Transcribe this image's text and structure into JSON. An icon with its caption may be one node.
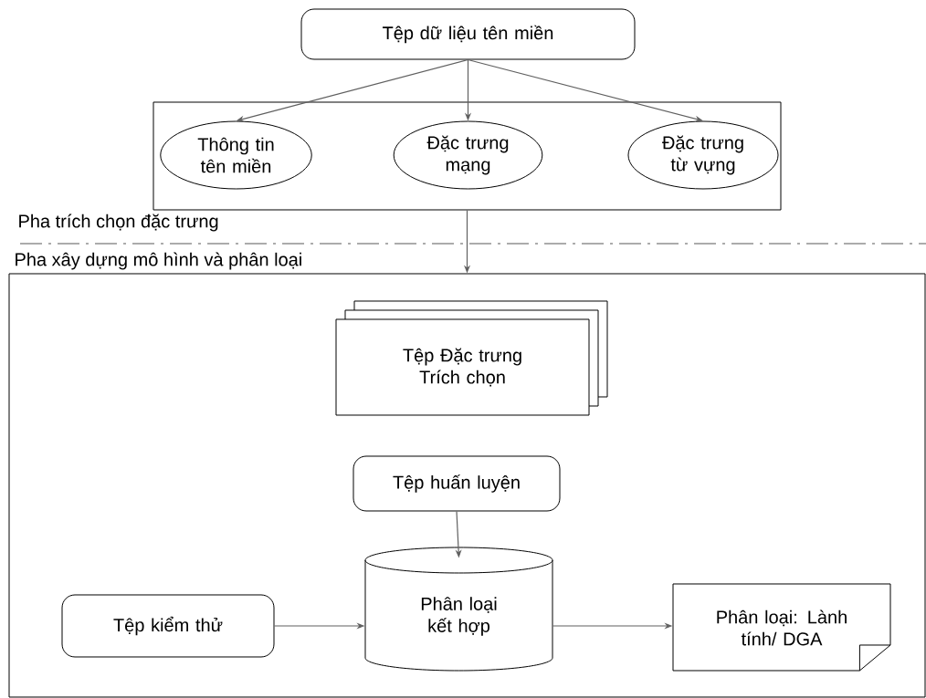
{
  "diagram": {
    "nodes": [
      {
        "text": [
          "Tệp dữ liệu tên miền"
        ]
      },
      {
        "text": [],
        "shape": "box"
      },
      {
        "text": [
          "Thông tin tên miền"
        ],
        "in": 1
      },
      {
        "text": [
          "Đặc trưng mạng"
        ],
        "in": 1
      },
      {
        "text": [
          "Đặc trưng từ vựng"
        ],
        "in": 1
      },
      {
        "text": [
          "Pha xây dựng mô hình và phân loại"
        ]
      },
      {
        "text": [
          "Tệp Đặc trưng Trích chọn"
        ],
        "in": 5
      },
      {
        "text": [
          "Tệp huấn luyện"
        ],
        "in": 5
      },
      {
        "text": [
          "Phân loại kết hợp"
        ],
        "in": 5
      },
      {
        "text": [
          "Tệp kiểm thử"
        ],
        "in": 5
      },
      {
        "text": [
          "Phân loại: Lành tính/ DGA"
        ],
        "in": 5
      }
    ],
    "edges": [
      {
        "from": 0,
        "to": 2,
        "arrow": "to"
      },
      {
        "from": 0,
        "to": 3,
        "arrow": "to"
      },
      {
        "from": 0,
        "to": 4,
        "arrow": "to"
      },
      {
        "from": 1,
        "to": 5,
        "arrow": "to"
      },
      {
        "from": 7,
        "to": 8,
        "arrow": "to"
      },
      {
        "from": 9,
        "to": 8,
        "arrow": "to"
      },
      {
        "from": 8,
        "to": 10,
        "arrow": "to"
      }
    ],
    "labels": [
      "Pha trích chọn đặc trưng"
    ]
  }
}
